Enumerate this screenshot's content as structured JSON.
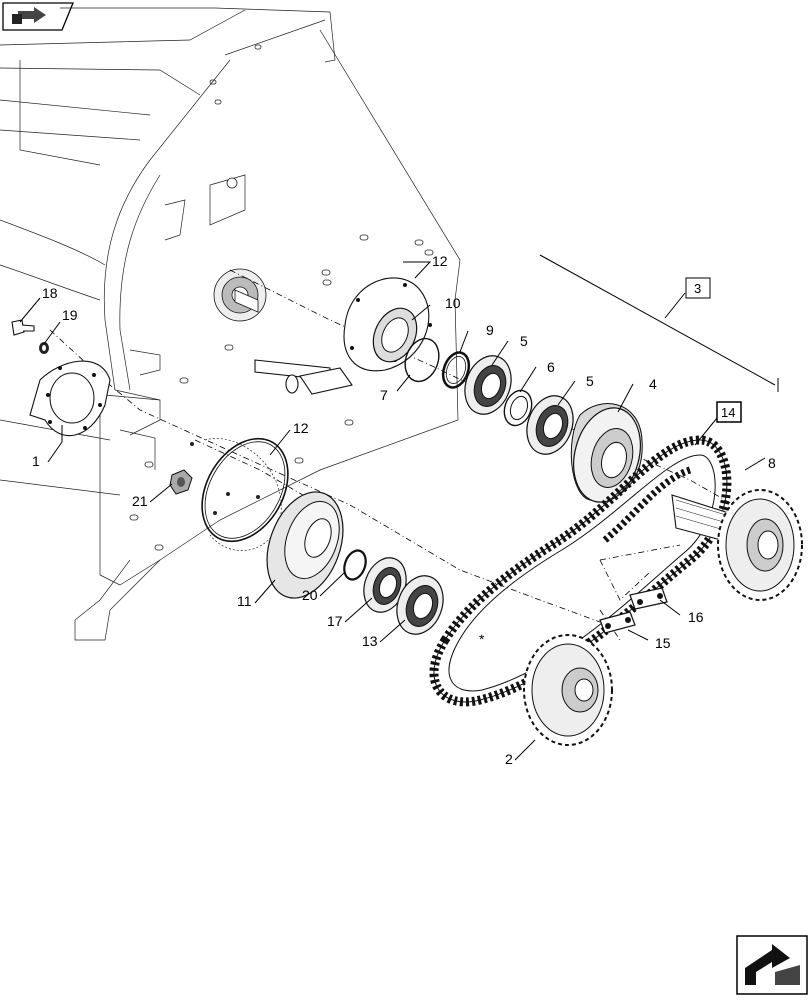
{
  "nav": {
    "top_left_icon": "exploded-view-nav-icon",
    "bottom_right_icon": "next-page-arrow-icon"
  },
  "callouts": {
    "c1": "1",
    "c2": "2",
    "c3": "3",
    "c4": "4",
    "c5a": "5",
    "c5b": "5",
    "c6": "6",
    "c7": "7",
    "c8": "8",
    "c9": "9",
    "c10": "10",
    "c11": "11",
    "c12a": "12",
    "c12b": "12",
    "c13": "13",
    "c14": "14",
    "c15": "15",
    "c16": "16",
    "c17": "17",
    "c18": "18",
    "c19": "19",
    "c20": "20",
    "c21": "21"
  },
  "marks": {
    "asterisk": "*"
  }
}
